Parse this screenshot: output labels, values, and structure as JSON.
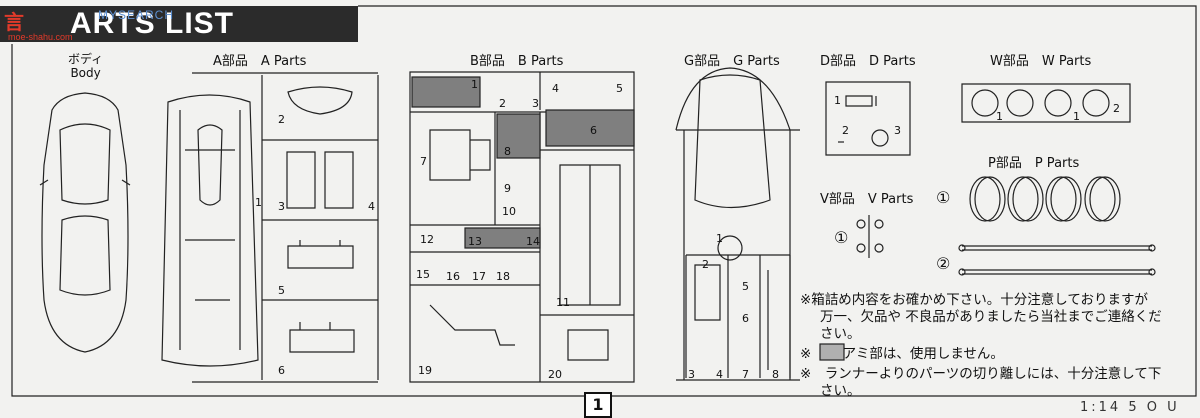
{
  "header": {
    "title": "ARTS LIST"
  },
  "watermark": {
    "logo": "言",
    "brand": "MYSEARCH",
    "url": "moe-shahu.com"
  },
  "body_section": {
    "title_ja": "ボディ",
    "title_en": "Body"
  },
  "sections": {
    "A": {
      "title": "A部品　A Parts",
      "numbers": [
        "1",
        "2",
        "3",
        "4",
        "5",
        "6"
      ]
    },
    "B": {
      "title": "B部品　B Parts",
      "numbers": [
        "1",
        "2",
        "3",
        "4",
        "5",
        "6",
        "7",
        "8",
        "9",
        "10",
        "11",
        "12",
        "13",
        "14",
        "15",
        "16",
        "17",
        "18",
        "19",
        "20"
      ]
    },
    "G": {
      "title": "G部品　G Parts",
      "numbers": [
        "1",
        "2",
        "3",
        "4",
        "5",
        "6",
        "7",
        "8"
      ]
    },
    "D": {
      "title": "D部品　D Parts",
      "numbers": [
        "1",
        "2",
        "3"
      ]
    },
    "V": {
      "title": "V部品　V Parts",
      "numbers": [
        "①"
      ]
    },
    "W": {
      "title": "W部品　W Parts",
      "numbers": [
        "1",
        "1",
        "2"
      ]
    },
    "P": {
      "title": "P部品　P Parts",
      "numbers": [
        "①",
        "②"
      ]
    }
  },
  "notes": [
    "※箱詰め内容をお確かめ下さい。十分注意しておりますが",
    "万一、欠品や 不良品がありましたら当社までご連絡くだ",
    "さい。",
    "※　　 アミ部は、使用しません。",
    "※　ランナーよりのパーツの切り離しには、十分注意して下",
    "さい。"
  ],
  "page_number": "1",
  "footer_text": "1:14 5 O U",
  "colors": {
    "shaded": "#7f7f7f",
    "line": "#222222",
    "title_bg": "#2b2b2b"
  }
}
